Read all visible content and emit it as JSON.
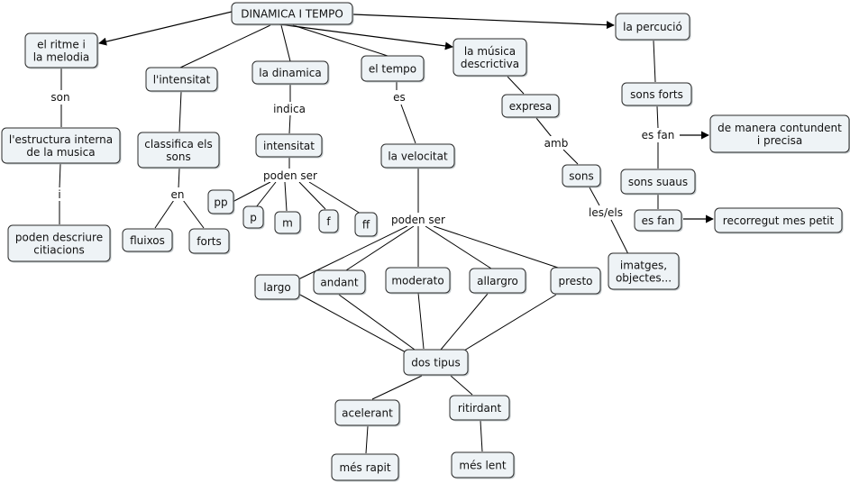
{
  "colors": {
    "node_fill": "#eef3f6",
    "node_stroke": "#2b2b2b",
    "line": "#000000",
    "text": "#111111",
    "background": "#ffffff"
  },
  "nodes": {
    "n_root": [
      "DINAMICA I TEMPO"
    ],
    "n_ritme": [
      "el ritme i",
      "la melodia"
    ],
    "n_estructura": [
      "l'estructura interna",
      "de la musica"
    ],
    "n_poden": [
      "poden descriure",
      "citiacions"
    ],
    "n_intensitat": [
      "l'intensitat"
    ],
    "n_classifica": [
      "classifica els",
      "sons"
    ],
    "n_fluixos": [
      "fluixos"
    ],
    "n_forts": [
      "forts"
    ],
    "n_dinamica": [
      "la dinamica"
    ],
    "n_intens2": [
      "intensitat"
    ],
    "n_pp": [
      "pp"
    ],
    "n_p": [
      "p"
    ],
    "n_m": [
      "m"
    ],
    "n_f": [
      "f"
    ],
    "n_ff": [
      "ff"
    ],
    "n_tempo": [
      "el tempo"
    ],
    "n_velocitat": [
      "la velocitat"
    ],
    "n_largo": [
      "largo"
    ],
    "n_andant": [
      "andant"
    ],
    "n_moderato": [
      "moderato"
    ],
    "n_allargro": [
      "allargro"
    ],
    "n_presto": [
      "presto"
    ],
    "n_dostipus": [
      "dos tipus"
    ],
    "n_accelerant": [
      "acelerant"
    ],
    "n_ritirdant": [
      "ritirdant"
    ],
    "n_mesrapit": [
      "més rapit"
    ],
    "n_meslent": [
      "més lent"
    ],
    "n_descriptiva": [
      "la música",
      "descrictiva"
    ],
    "n_expresa": [
      "expresa"
    ],
    "n_sons": [
      "sons"
    ],
    "n_imatges": [
      "imatges,",
      "objectes..."
    ],
    "n_percucio": [
      "la percució"
    ],
    "n_sonsforts": [
      "sons forts"
    ],
    "n_contundent": [
      "de manera contundent",
      "i precisa"
    ],
    "n_sonssuaus": [
      "sons suaus"
    ],
    "n_esfan2": [
      "es fan"
    ],
    "n_recorregut": [
      "recorregut mes petit"
    ]
  },
  "link_labels": {
    "l_son": "son",
    "l_i": "i",
    "l_en": "en",
    "l_indica": "indica",
    "l_podenser1": "poden ser",
    "l_es": "es",
    "l_podenser2": "poden ser",
    "l_amb": "amb",
    "l_lesels": "les/els",
    "l_esfan1": "es fan"
  }
}
